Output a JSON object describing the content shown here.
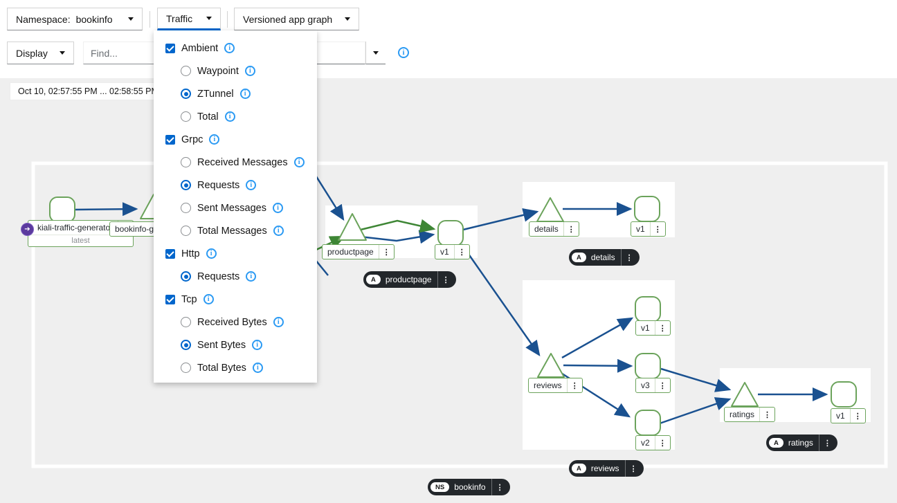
{
  "toolbar": {
    "namespace_label": "Namespace:",
    "namespace_value": "bookinfo",
    "traffic_label": "Traffic",
    "graph_type_value": "Versioned app graph",
    "display_label": "Display",
    "find_placeholder": "Find...",
    "time_range": "Oct 10, 02:57:55 PM ... 02:58:55 PM"
  },
  "traffic_menu": {
    "sections": [
      {
        "label": "Ambient",
        "checked": true,
        "options": [
          {
            "label": "Waypoint",
            "selected": false
          },
          {
            "label": "ZTunnel",
            "selected": true
          },
          {
            "label": "Total",
            "selected": false
          }
        ]
      },
      {
        "label": "Grpc",
        "checked": true,
        "options": [
          {
            "label": "Received Messages",
            "selected": false
          },
          {
            "label": "Requests",
            "selected": true
          },
          {
            "label": "Sent Messages",
            "selected": false
          },
          {
            "label": "Total Messages",
            "selected": false
          }
        ]
      },
      {
        "label": "Http",
        "checked": true,
        "options": [
          {
            "label": "Requests",
            "selected": true
          }
        ]
      },
      {
        "label": "Tcp",
        "checked": true,
        "options": [
          {
            "label": "Received Bytes",
            "selected": false
          },
          {
            "label": "Sent Bytes",
            "selected": true
          },
          {
            "label": "Total Bytes",
            "selected": false
          }
        ]
      }
    ]
  },
  "graph": {
    "labels": {
      "ktg": "kiali-traffic-generator",
      "ktg_version": "latest",
      "gateway": "bookinfo-gateway",
      "productpage": "productpage",
      "productpage_v1": "v1",
      "details": "details",
      "details_v1": "v1",
      "reviews": "reviews",
      "reviews_v1": "v1",
      "reviews_v3": "v3",
      "reviews_v2": "v2",
      "ratings": "ratings",
      "ratings_v1": "v1"
    },
    "badges": {
      "productpage": {
        "tag": "A",
        "label": "productpage"
      },
      "details": {
        "tag": "A",
        "label": "details"
      },
      "reviews": {
        "tag": "A",
        "label": "reviews"
      },
      "ratings": {
        "tag": "A",
        "label": "ratings"
      },
      "namespace": {
        "tag": "NS",
        "label": "bookinfo"
      }
    }
  },
  "icons": {
    "kebab": "⋮",
    "info": "i",
    "root_arrow": "➔"
  },
  "colors": {
    "accent_blue": "#0066cc",
    "info_blue": "#2b9af3",
    "edge_blue": "#1a5190",
    "edge_green": "#3e8635",
    "node_border": "#6ba35b",
    "badge_bg": "#23272b",
    "root_purple": "#5b3a9e"
  }
}
